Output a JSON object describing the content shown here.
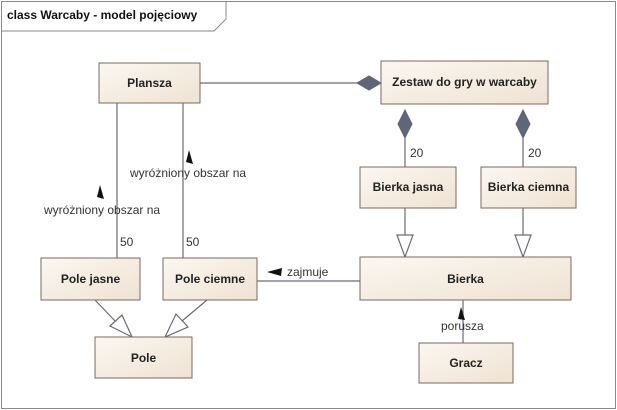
{
  "frame": {
    "title": "class Warcaby - model pojęciowy"
  },
  "classes": {
    "plansza": "Plansza",
    "zestaw": "Zestaw do gry w warcaby",
    "bierka_jasna": "Bierka jasna",
    "bierka_ciemna": "Bierka ciemna",
    "bierka": "Bierka",
    "pole_jasne": "Pole jasne",
    "pole_ciemne": "Pole ciemne",
    "pole": "Pole",
    "gracz": "Gracz"
  },
  "associations": {
    "pole_jasne_label": "wyróżniony obszar na",
    "pole_jasne_mult": "50",
    "pole_ciemne_label": "wyróżniony obszar na",
    "pole_ciemne_mult": "50",
    "zajmuje": "zajmuje",
    "porusza": "porusza",
    "jasna_mult": "20",
    "ciemna_mult": "20"
  },
  "colors": {
    "frame_stroke": "#8a8a8a",
    "box_fill_start": "#fbf7f1",
    "box_fill_end": "#efe2d2",
    "box_stroke": "#7a6a5e",
    "line": "#6b6b78",
    "diamond_fill": "#5f6677"
  }
}
